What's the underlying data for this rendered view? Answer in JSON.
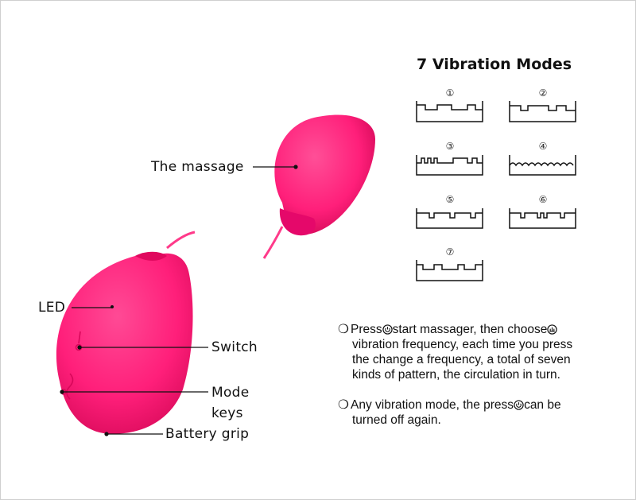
{
  "title": "7 Vibration Modes",
  "labels": {
    "massage": "The massage",
    "led": "LED",
    "switch": "Switch",
    "mode_keys_1": "Mode",
    "mode_keys_2": "keys",
    "battery": "Battery grip"
  },
  "modes": [
    "①",
    "②",
    "③",
    "④",
    "⑤",
    "⑥",
    "⑦"
  ],
  "instructions": {
    "bullet": "❍",
    "p1_a": "Press",
    "p1_b": "start massager, then choose",
    "p1_line2": "vibration frequency, each time you press",
    "p1_line3": "the change a frequency, a total of seven",
    "p1_line4": "kinds of pattern, the circulation in turn.",
    "p2_a": "Any vibration mode, the press",
    "p2_b": "can be",
    "p2_line2": "turned off again."
  },
  "colors": {
    "product": "#ff1f7a",
    "product_dark": "#d8075a",
    "line": "#111111"
  },
  "icons": [
    "power-icon",
    "mode-icon"
  ]
}
